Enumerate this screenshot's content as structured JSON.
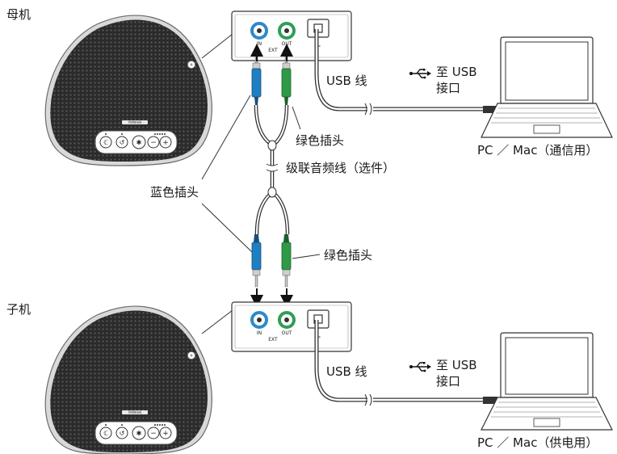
{
  "labels": {
    "master": "母机",
    "slave": "子机",
    "usb_cable_top": "USB 线",
    "usb_cable_bottom": "USB 线",
    "to_usb_top_line1": "至 USB",
    "to_usb_top_line2": "接口",
    "to_usb_bottom_line1": "至 USB",
    "to_usb_bottom_line2": "接口",
    "pc_top": "PC ／ Mac（通信用）",
    "pc_bottom": "PC ／ Mac（供电用）",
    "green_plug_top": "绿色插头",
    "green_plug_bottom": "绿色插头",
    "blue_plug": "蓝色插头",
    "cascade_cable": "级联音频线（选件）"
  },
  "panel": {
    "in_label": "IN",
    "out_label": "OUT",
    "ext_label": "EXT",
    "usb_symbol": "•⇋"
  },
  "device": {
    "brand": "YAMAHA"
  },
  "colors": {
    "blue_plug": "#1e7fc1",
    "green_plug": "#2e9a47",
    "in_jack": "#2d8ac9",
    "out_jack": "#2f9e55",
    "speaker_mesh": "#3a3a3a"
  }
}
